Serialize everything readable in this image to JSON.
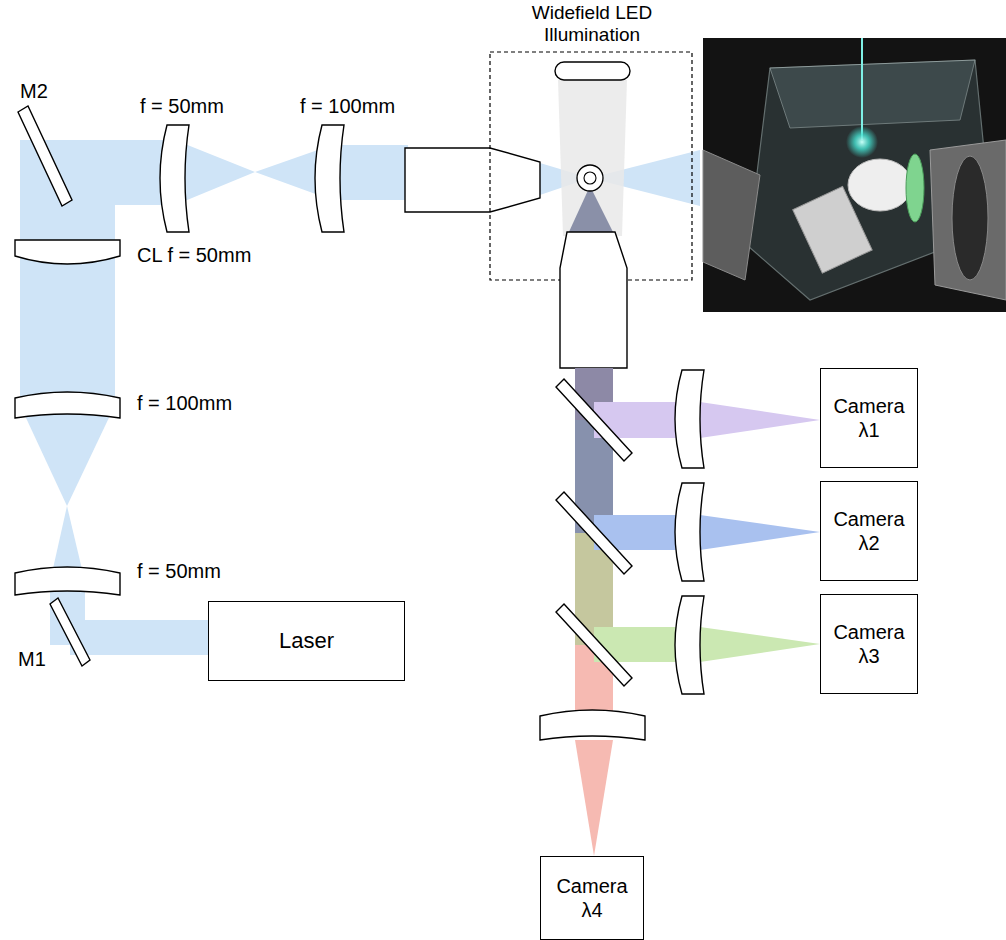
{
  "diagram": {
    "nodes": [
      {
        "text": [
          "Camera λ1"
        ]
      },
      {
        "text": [
          "Camera λ2"
        ]
      },
      {
        "text": [
          "Camera λ3"
        ]
      },
      {
        "text": [
          "Laser"
        ]
      },
      {
        "text": [
          "Camera λ4"
        ]
      }
    ],
    "labels": [
      "Widefield LED Illumination",
      "f = 50mm",
      "f = 100mm",
      "M2",
      "CL f = 50mm",
      "f = 100mm",
      "f = 50mm",
      "M1"
    ]
  }
}
